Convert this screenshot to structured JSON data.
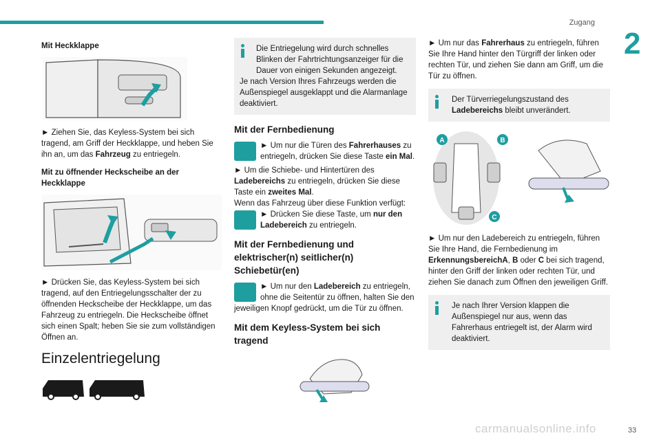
{
  "header": {
    "section": "Zugang",
    "chapter": "2",
    "page": "33",
    "watermark": "carmanualsonline.info"
  },
  "col1": {
    "h_tailgate": "Mit Heckklappe",
    "p_tailgate": "► Ziehen Sie, das Keyless-System bei sich tragend, am Griff der Heckklappe, und heben Sie ihn an, um das ",
    "p_tailgate_b": "Fahrzeug",
    "p_tailgate_end": " zu entriegeln.",
    "h_window": "Mit zu öffnender Heckscheibe an der Heckklappe",
    "p_window": "► Drücken Sie, das Keyless-System bei sich tragend, auf den Entriegelungsschalter der zu öffnenden Heckscheibe der Heckklappe, um das Fahrzeug zu entriegeln. Die Heckscheibe öffnet sich einen Spalt; heben Sie sie zum vollständigen Öffnen an.",
    "h_single": "Einzelentriegelung"
  },
  "col2": {
    "info1": "Die Entriegelung wird durch schnelles Blinken der Fahrtrichtungsanzeiger für die Dauer von einigen Sekunden angezeigt.",
    "info1b": "Je nach Version Ihres Fahrzeugs werden die Außenspiegel ausgeklappt und die Alarmanlage deaktiviert.",
    "h_remote": "Mit der Fernbedienung",
    "r1_a": "► Um nur die Türen des ",
    "r1_b": "Fahrerhauses",
    "r1_c": " zu entriegeln, drücken Sie diese Taste ",
    "r1_d": "ein Mal",
    "r1_e": ".",
    "r2_a": "► Um die Schiebe- und Hintertüren des ",
    "r2_b": "Ladebereichs",
    "r2_c": " zu entriegeln, drücken Sie diese Taste ein ",
    "r2_d": "zweites Mal",
    "r2_e": ".",
    "r3": "Wenn das Fahrzeug über diese Funktion verfügt:",
    "r4_a": "► Drücken Sie diese Taste, um ",
    "r4_b": "nur den Ladebereich",
    "r4_c": " zu entriegeln.",
    "h_remote_sliding": "Mit der Fernbedienung und elektrischer(n) seitlicher(n) Schiebetür(en)",
    "s1_a": "► Um nur den ",
    "s1_b": "Ladebereich",
    "s1_c": " zu entriegeln, ohne die Seitentür zu öffnen, halten Sie den jeweiligen Knopf gedrückt, um die Tür zu öffnen.",
    "h_keyless": "Mit dem Keyless-System bei sich tragend"
  },
  "col3": {
    "c1_a": "► Um nur das ",
    "c1_b": "Fahrerhaus",
    "c1_c": " zu entriegeln, führen Sie Ihre Hand hinter den Türgriff der linken oder rechten Tür, und ziehen Sie dann am Griff, um die Tür zu öffnen.",
    "info2_a": "Der Türverriegelungszustand des ",
    "info2_b": "Ladebereichs",
    "info2_c": " bleibt unverändert.",
    "zone_a": "A",
    "zone_b": "B",
    "zone_c": "C",
    "c2_a": "► Um nur den Ladebereich zu entriegeln, führen Sie Ihre Hand, die Fernbedienung im ",
    "c2_b": "ErkennungsbereichA",
    "c2_c": ", ",
    "c2_d": "B",
    "c2_e": " oder ",
    "c2_f": "C",
    "c2_g": " bei sich tragend, hinter den Griff der linken oder rechten Tür, und ziehen Sie danach zum Öffnen den jeweiligen Griff.",
    "info3": "Je nach Ihrer Version klappen die Außenspiegel nur aus, wenn das Fahrerhaus entriegelt ist, der Alarm wird deaktiviert."
  },
  "colors": {
    "accent": "#1f9ea0",
    "info_bg": "#efefef"
  }
}
